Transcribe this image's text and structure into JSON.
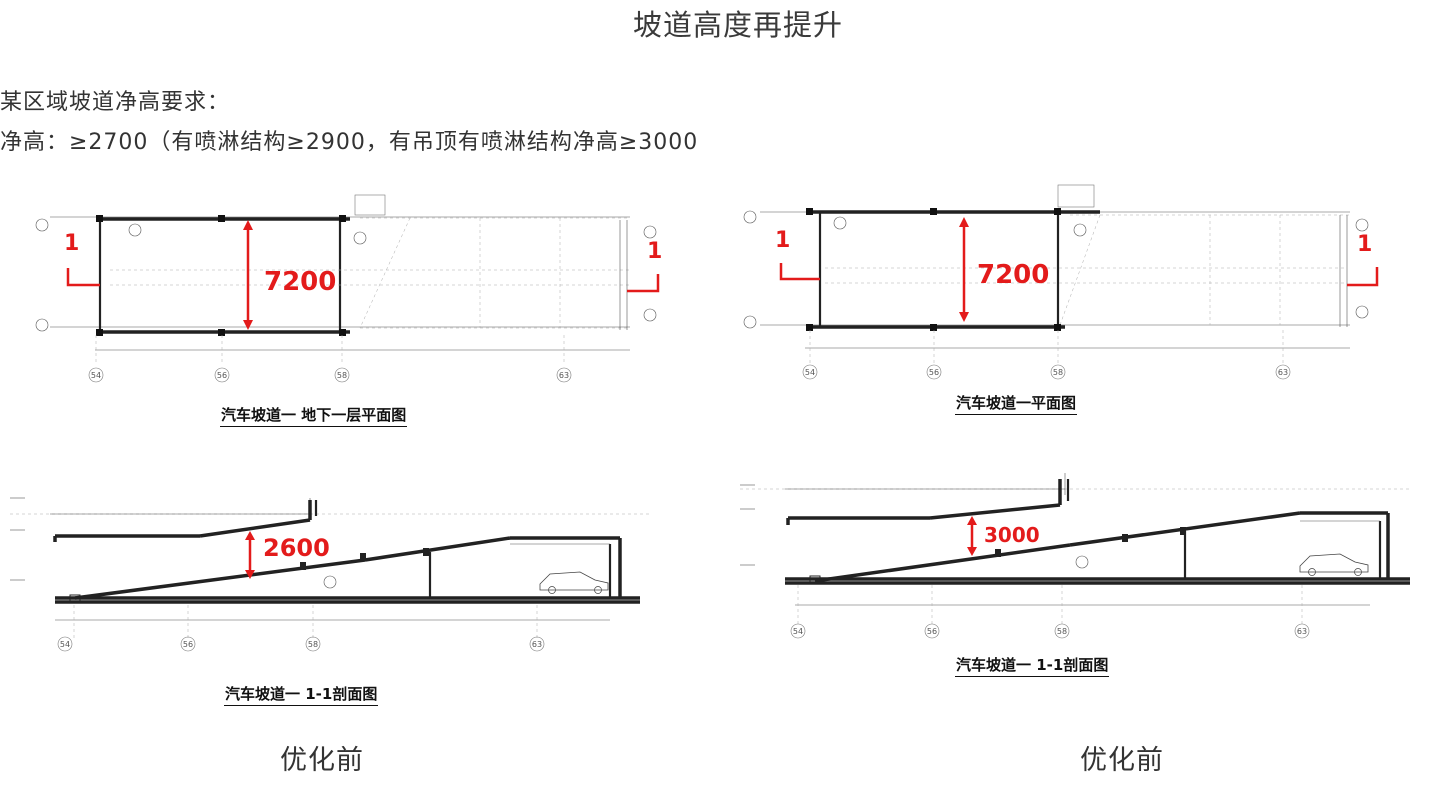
{
  "title": "坡道高度再提升",
  "requirements": {
    "line1": "某区域坡道净高要求：",
    "line2": "净高：≥2700（有喷淋结构≥2900，有吊顶有喷淋结构净高≥3000"
  },
  "drawings": {
    "left_plan": {
      "caption": "汽车坡道一  地下一层平面图",
      "dimension": "7200",
      "section_mark_left": "1",
      "section_mark_right": "1",
      "axes": [
        "54",
        "56",
        "58",
        "63"
      ]
    },
    "right_plan": {
      "caption": "汽车坡道一平面图",
      "dimension": "7200",
      "section_mark_left": "1",
      "section_mark_right": "1",
      "axes": [
        "54",
        "56",
        "58",
        "63"
      ]
    },
    "left_section": {
      "caption": "汽车坡道一  1-1剖面图",
      "dimension": "2600",
      "axes": [
        "54",
        "56",
        "58",
        "63"
      ]
    },
    "right_section": {
      "caption": "汽车坡道一 1-1剖面图",
      "dimension": "3000",
      "axes": [
        "54",
        "56",
        "58",
        "63"
      ]
    }
  },
  "labels": {
    "left": "优化前",
    "right": "优化前"
  },
  "colors": {
    "dimension_red": "#e31b1b",
    "drawing_line": "#222222"
  }
}
